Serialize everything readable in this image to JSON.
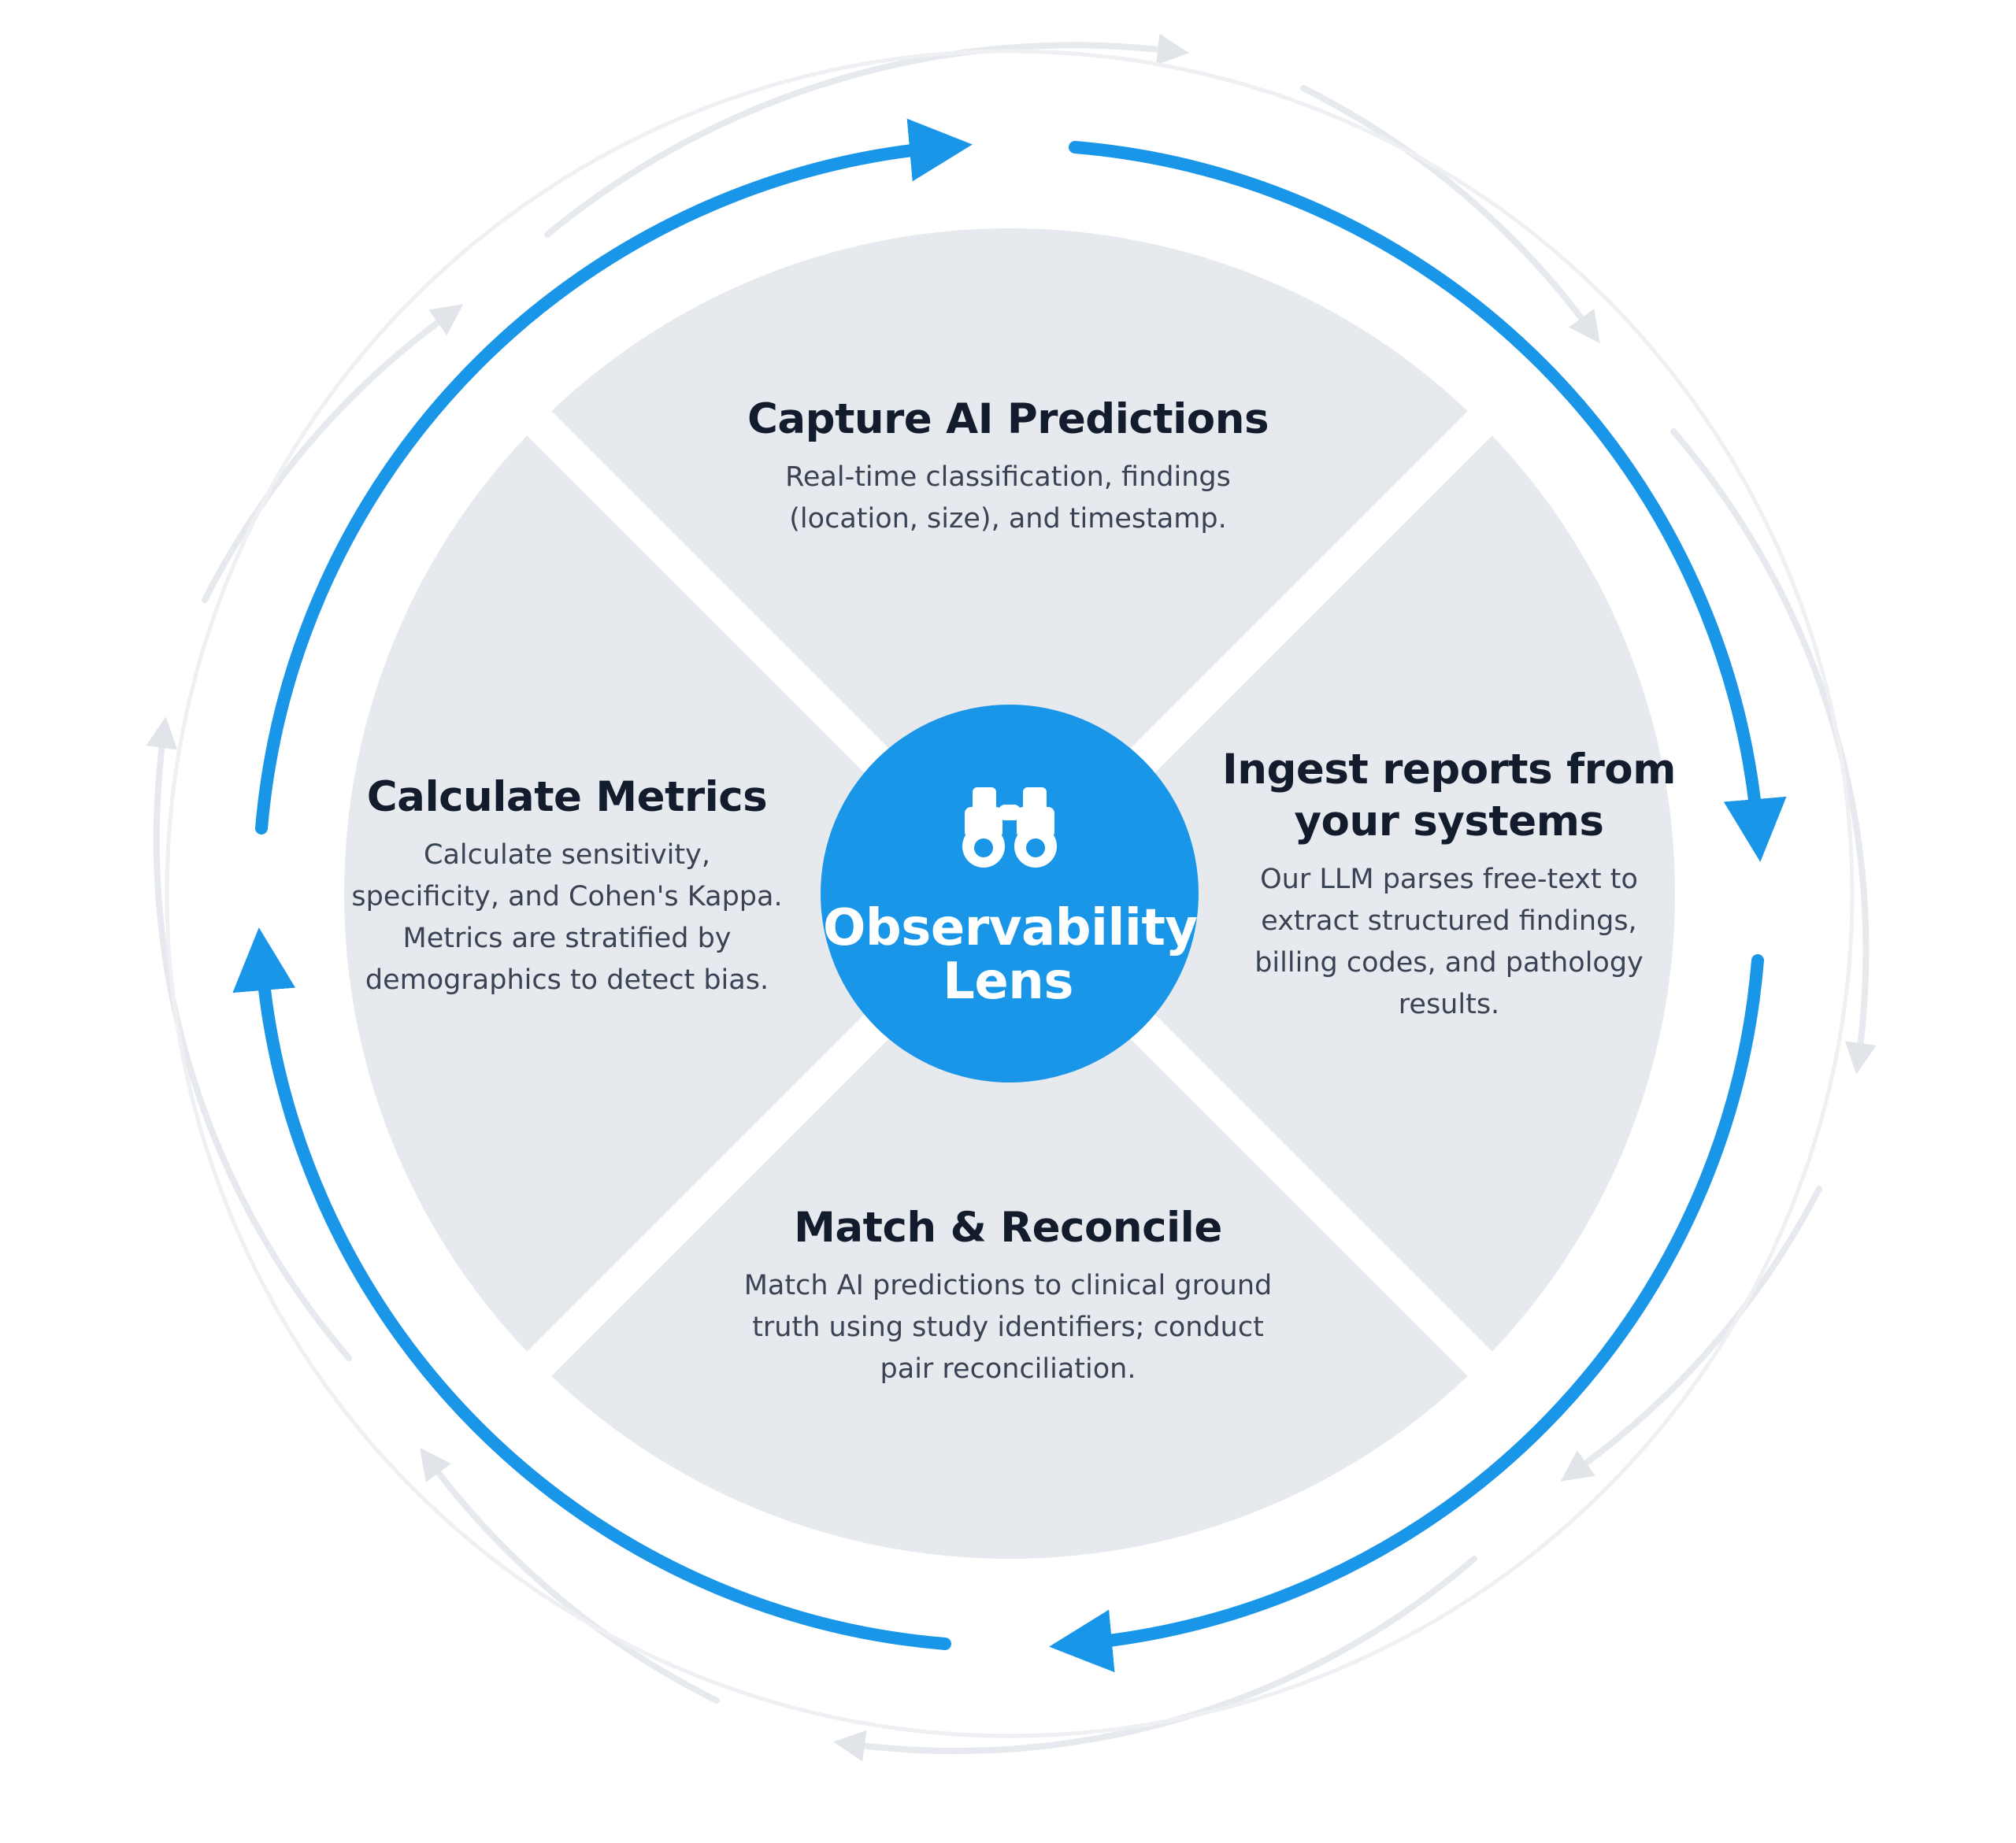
{
  "center": {
    "title_line1": "Observability",
    "title_line2": "Lens",
    "icon": "binoculars-icon"
  },
  "segments": {
    "top": {
      "title": "Capture AI Predictions",
      "desc_line1": "Real-time classification, findings",
      "desc_line2": "(location, size), and timestamp."
    },
    "right": {
      "title_line1": "Ingest reports from",
      "title_line2": "your systems",
      "desc_line1": "Our LLM parses free-text to",
      "desc_line2": "extract structured findings,",
      "desc_line3": "billing codes, and pathology",
      "desc_line4": "results."
    },
    "bottom": {
      "title": "Match & Reconcile",
      "desc_line1": "Match AI predictions to clinical ground",
      "desc_line2": "truth using study identifiers; conduct",
      "desc_line3": "pair reconciliation."
    },
    "left": {
      "title": "Calculate Metrics",
      "desc_line1": "Calculate sensitivity,",
      "desc_line2": "specificity, and Cohen's Kappa.",
      "desc_line3": "Metrics are stratified by",
      "desc_line4": "demographics to detect bias."
    }
  },
  "colors": {
    "accent": "#1a96e8",
    "segment_fill": "#e6e9ee",
    "outer_ring": "#e1e4e9",
    "title_text": "#121c2d",
    "body_text": "#3a4354"
  }
}
